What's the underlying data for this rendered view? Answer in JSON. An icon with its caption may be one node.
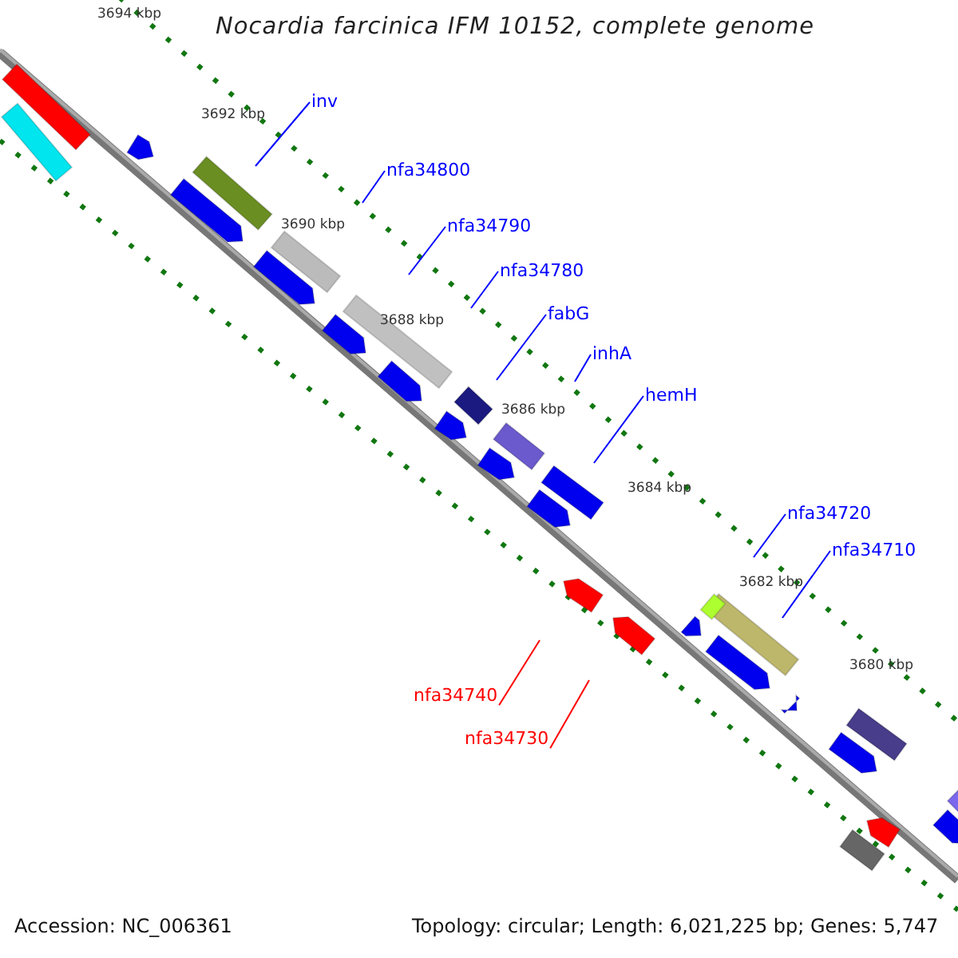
{
  "diagram": {
    "title": "Nocardia farcinica IFM 10152, complete genome",
    "nodes": [
      {
        "text": [
          "inv"
        ]
      },
      {
        "text": [
          "nfa34800"
        ]
      },
      {
        "text": [
          "nfa34790"
        ]
      },
      {
        "text": [
          "nfa34780"
        ]
      },
      {
        "text": [
          "fabG"
        ]
      },
      {
        "text": [
          "inhA"
        ]
      },
      {
        "text": [
          "hemH"
        ]
      },
      {
        "text": [
          "nfa34720"
        ]
      },
      {
        "text": [
          "nfa34710"
        ]
      },
      {
        "text": [
          "nfa34740"
        ]
      },
      {
        "text": [
          "nfa34730"
        ]
      }
    ],
    "edges": [
      {
        "from": 0,
        "to": null,
        "arrow": "none"
      },
      {
        "from": 1,
        "to": null,
        "arrow": "none"
      },
      {
        "from": 2,
        "to": null,
        "arrow": "none"
      },
      {
        "from": 3,
        "to": null,
        "arrow": "none"
      },
      {
        "from": 4,
        "to": null,
        "arrow": "none"
      },
      {
        "from": 5,
        "to": null,
        "arrow": "none"
      },
      {
        "from": 6,
        "to": null,
        "arrow": "none"
      },
      {
        "from": 7,
        "to": null,
        "arrow": "none"
      },
      {
        "from": 8,
        "to": null,
        "arrow": "none"
      },
      {
        "from": 9,
        "to": null,
        "arrow": "none",
        "color": "#ff0000"
      },
      {
        "from": 10,
        "to": null,
        "arrow": "none",
        "color": "#ff0000"
      }
    ],
    "labels": [
      "3694 kbp",
      "3692 kbp",
      "3690 kbp",
      "3688 kbp",
      "3686 kbp",
      "3684 kbp",
      "3682 kbp",
      "3680 kbp",
      "Accession: NC_006361",
      "Topology: circular; Length: 6,021,225 bp; Genes: 5,747"
    ]
  }
}
